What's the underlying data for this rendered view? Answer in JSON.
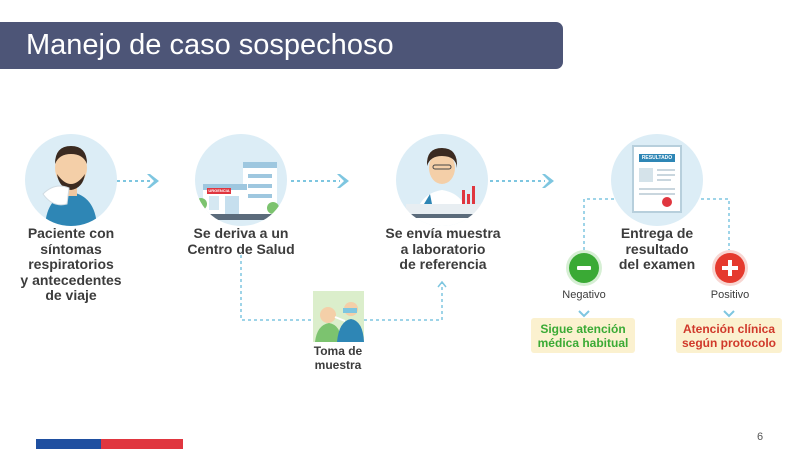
{
  "title": "Manejo de caso sospechoso",
  "steps": [
    {
      "label_lines": [
        "Paciente con",
        "síntomas",
        "respiratorios",
        "y antecedentes",
        "de viaje"
      ]
    },
    {
      "label_lines": [
        "Se deriva a un",
        "Centro de Salud"
      ]
    },
    {
      "label_lines": [
        "Se envía muestra",
        "a laboratorio",
        "de referencia"
      ]
    },
    {
      "label_lines": [
        "Entrega de",
        "resultado",
        "del examen"
      ]
    }
  ],
  "sample_step": {
    "label_lines": [
      "Toma de",
      "muestra"
    ]
  },
  "building_sign": "URGENCIA",
  "document_header": "RESULTADO",
  "outcomes": {
    "negative": {
      "label": "Negativo",
      "result_lines": [
        "Sigue atención",
        "médica habitual"
      ],
      "color": "#3aaa35",
      "text_color": "#3aaa35"
    },
    "positive": {
      "label": "Positivo",
      "result_lines": [
        "Atención clínica",
        "según protocolo"
      ],
      "color": "#e53a2e",
      "text_color": "#d0392b"
    }
  },
  "colors": {
    "title_bar": "#4d5577",
    "connector": "#7ec6e0",
    "circle_bg": "#dcedf6",
    "result_box": "#fbf1cf",
    "stripe_blue": "#1f4fa0",
    "stripe_red": "#e0363f"
  },
  "page_number": "6"
}
